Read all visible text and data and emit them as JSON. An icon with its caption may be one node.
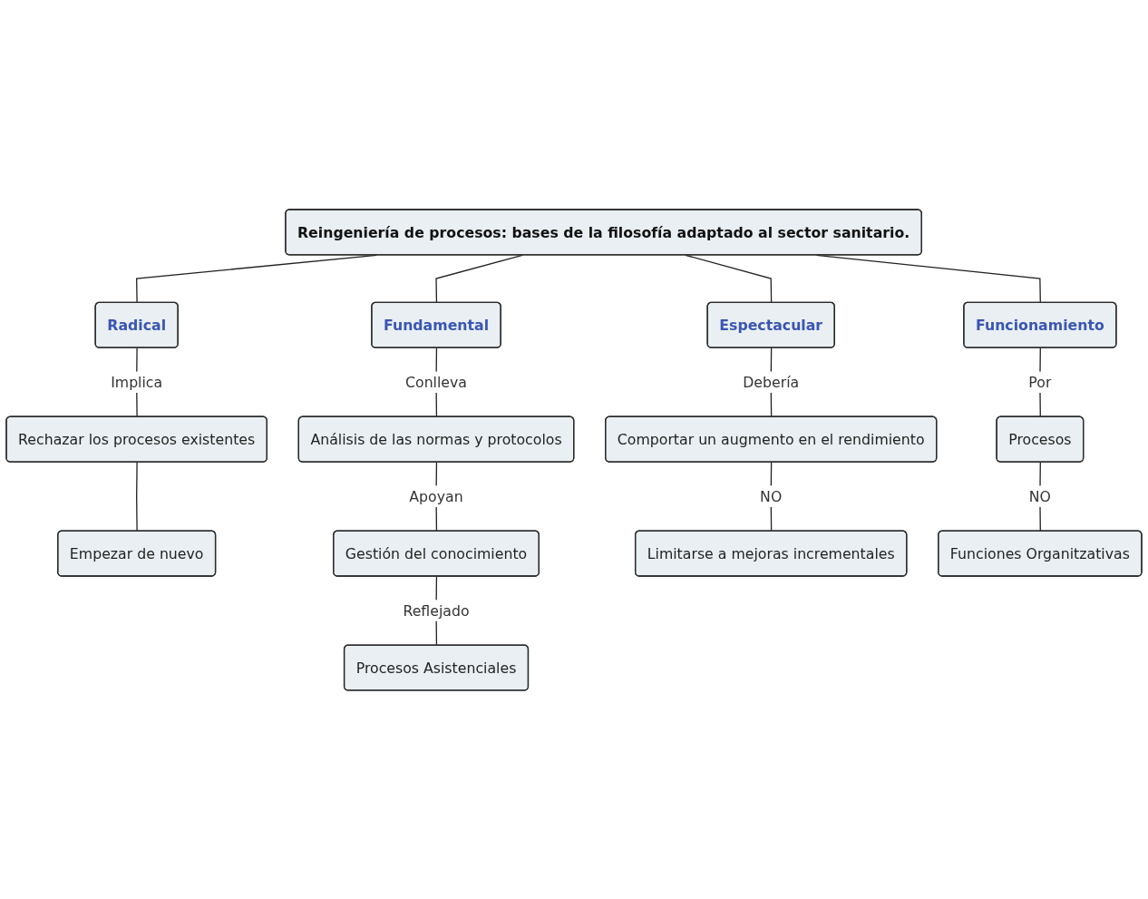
{
  "diagram": {
    "nodes": [
      {
        "text": [
          "Reingeniería de procesos: bases de la filosofía adaptado al sector sanitario."
        ]
      },
      {
        "text": [
          "Fundamental"
        ]
      },
      {
        "text": [
          "Radical"
        ]
      },
      {
        "text": [
          "Espectacular"
        ]
      },
      {
        "text": [
          "Funcionamiento"
        ]
      },
      {
        "text": [
          "Análisis de las normas y protocolos"
        ]
      },
      {
        "text": [
          "Rechazar los procesos existentes"
        ]
      },
      {
        "text": [
          "Comportar un augmento en el rendimiento"
        ]
      },
      {
        "text": [
          "Procesos"
        ]
      },
      {
        "text": [
          "Empezar de nuevo"
        ]
      },
      {
        "text": [
          "Gestión del conocimiento"
        ]
      },
      {
        "text": [
          "Limitarse a mejoras incrementales"
        ]
      },
      {
        "text": [
          "Funciones Organitzativas"
        ]
      },
      {
        "text": [
          "Procesos Asistenciales"
        ]
      }
    ],
    "edges": [
      {
        "from": 0,
        "to": 1,
        "arrow": "none"
      },
      {
        "from": 0,
        "to": 2,
        "arrow": "none"
      },
      {
        "from": 0,
        "to": 3,
        "arrow": "none"
      },
      {
        "from": 0,
        "to": 4,
        "arrow": "none"
      },
      {
        "from": 1,
        "to": 5,
        "arrow": "none",
        "label": "Conlleva"
      },
      {
        "from": 5,
        "to": 10,
        "arrow": "none",
        "label": "Apoyan"
      },
      {
        "from": 10,
        "to": 13,
        "arrow": "none",
        "label": "Reflejado"
      },
      {
        "from": 2,
        "to": 6,
        "arrow": "none",
        "label": "Implica"
      },
      {
        "from": 6,
        "to": 9,
        "arrow": "none"
      },
      {
        "from": 3,
        "to": 7,
        "arrow": "none",
        "label": "Debería"
      },
      {
        "from": 7,
        "to": 11,
        "arrow": "none",
        "label": "NO"
      },
      {
        "from": 4,
        "to": 8,
        "arrow": "none",
        "label": "Por"
      },
      {
        "from": 8,
        "to": 12,
        "arrow": "none",
        "label": "NO"
      }
    ]
  }
}
